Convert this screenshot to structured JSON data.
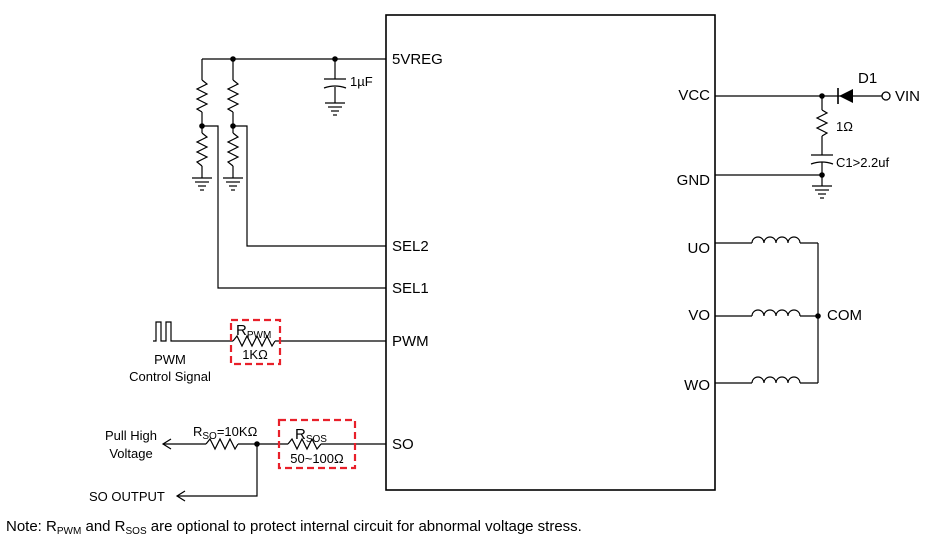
{
  "pins": {
    "vreg5": "5VREG",
    "sel2": "SEL2",
    "sel1": "SEL1",
    "pwm": "PWM",
    "so": "SO",
    "vcc": "VCC",
    "gnd": "GND",
    "uo": "UO",
    "vo": "VO",
    "wo": "WO"
  },
  "components": {
    "cap_vreg": "1µF",
    "diode": "D1",
    "vin": "VIN",
    "r_vcc": "1Ω",
    "c1": "C1>2.2uf",
    "com": "COM",
    "rpwm_main": "R",
    "rpwm_sub": "PWM",
    "rpwm_val": "1KΩ",
    "pwm_signal_line1": "PWM",
    "pwm_signal_line2": "Control Signal",
    "rso_main": "R",
    "rso_sub": "SO",
    "rso_val": "=10KΩ",
    "rsos_main": "R",
    "rsos_sub": "SOS",
    "rsos_val": "50~100Ω",
    "pull_high_line1": "Pull High",
    "pull_high_line2": "Voltage",
    "so_output": "SO OUTPUT"
  },
  "note": {
    "prefix": "Note: R",
    "sub1": "PWM",
    "mid": " and R",
    "sub2": "SOS",
    "suffix": " are optional to protect internal circuit for abnormal voltage stress."
  },
  "colors": {
    "highlight": "#e8202a",
    "line": "#000000"
  }
}
